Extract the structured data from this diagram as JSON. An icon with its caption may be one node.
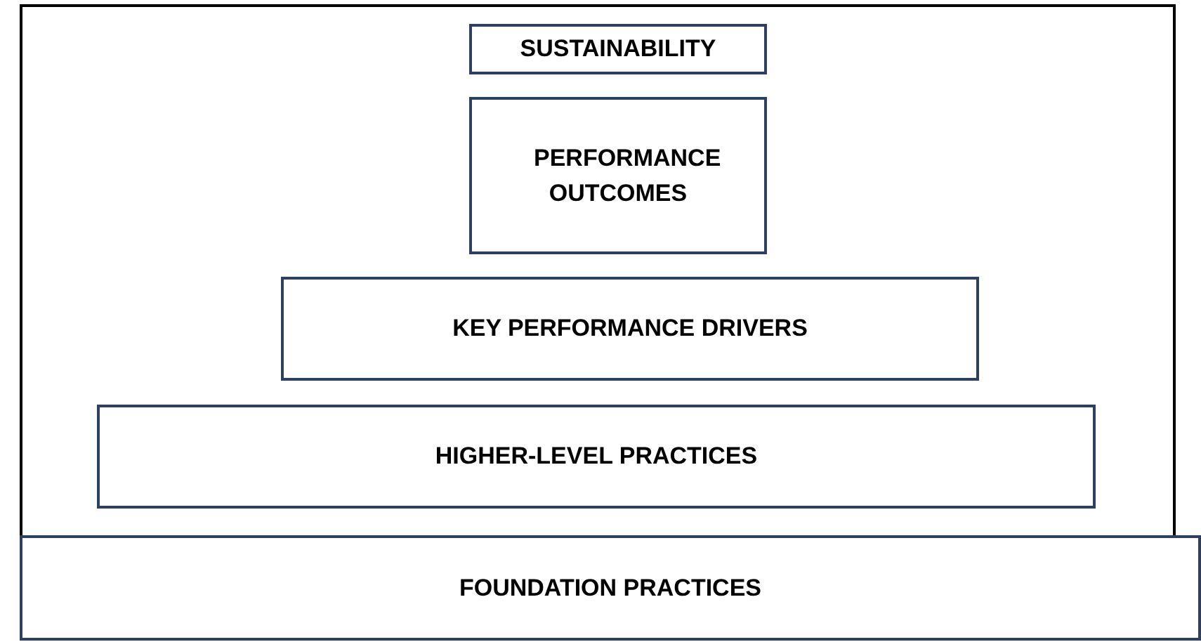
{
  "diagram": {
    "nodes": [
      {
        "text": [
          "SUSTAINABILITY"
        ]
      },
      {
        "text": [
          "PERFORMANCE OUTCOMES"
        ]
      },
      {
        "text": [
          "KEY PERFORMANCE DRIVERS"
        ]
      },
      {
        "text": [
          "HIGHER-LEVEL PRACTICES"
        ]
      },
      {
        "text": [
          "FOUNDATION PRACTICES"
        ]
      }
    ]
  }
}
